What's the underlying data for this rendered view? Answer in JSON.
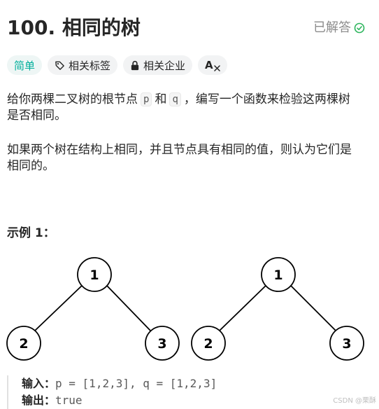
{
  "problem": {
    "title": "100. 相同的树",
    "solved_label": "已解答",
    "tags": {
      "difficulty": "简单",
      "related_tags": "相关标签",
      "related_companies": "相关企业",
      "translate_glyph": "A"
    },
    "description": {
      "p1_part1": "给你两棵二叉树的根节点",
      "p1_code_p": "p",
      "p1_and": "和",
      "p1_code_q": "q",
      "p1_part2": "，编写一个函数来检验这两棵树",
      "p1_line2": "是否相同。",
      "p2_line1": "如果两个树在结构上相同，并且节点具有相同的值，则认为它们是",
      "p2_line2": "相同的。"
    },
    "example": {
      "title": "示例 1：",
      "tree_left": {
        "root": "1",
        "left": "2",
        "right": "3"
      },
      "tree_right": {
        "root": "1",
        "left": "2",
        "right": "3"
      },
      "input_label": "输入：",
      "input_value": "p = [1,2,3], q = [1,2,3]",
      "output_label": "输出：",
      "output_value": "true"
    },
    "watermark": "CSDN @栗酥"
  },
  "colors": {
    "easy": "#00af9b",
    "solved_check": "#2db55d",
    "text": "#262626",
    "muted": "#8c8c8c"
  }
}
